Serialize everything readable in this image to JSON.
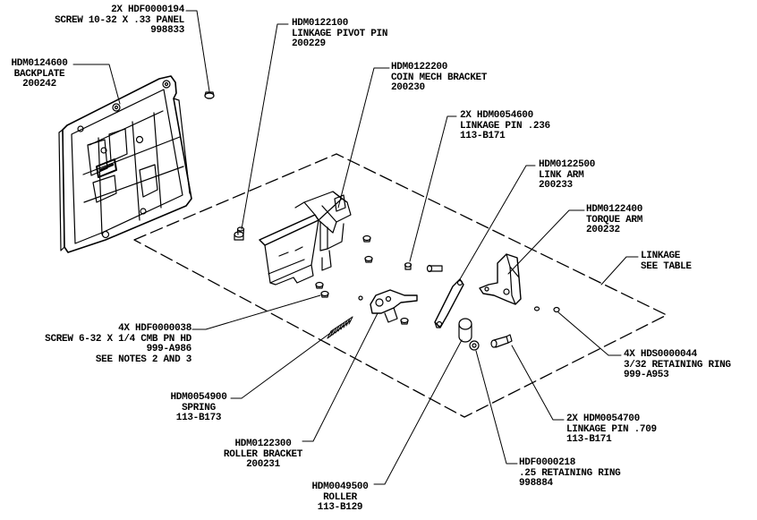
{
  "callouts": {
    "screw_panel": [
      "2X HDF0000194",
      "SCREW 10-32 X .33 PANEL",
      "998833"
    ],
    "backplate": [
      "HDM0124600",
      "BACKPLATE",
      "200242"
    ],
    "pivot_pin": [
      "HDM0122100",
      "LINKAGE PIVOT PIN",
      "200229"
    ],
    "coin_bracket": [
      "HDM0122200",
      "COIN MECH BRACKET",
      "200230"
    ],
    "linkage_pin_236": [
      "2X HDM0054600",
      "LINKAGE PIN .236",
      "113-B171"
    ],
    "link_arm": [
      "HDM0122500",
      "LINK ARM",
      "200233"
    ],
    "torque_arm": [
      "HDM0122400",
      "TORQUE ARM",
      "200232"
    ],
    "linkage": [
      "LINKAGE",
      "SEE TABLE"
    ],
    "screw_632": [
      "4X HDF0000038",
      "SCREW 6-32 X 1/4 CMB PN HD",
      "999-A986",
      "SEE NOTES 2 AND 3"
    ],
    "retaining_332": [
      "4X HDS0000044",
      "3/32 RETAINING RING",
      "999-A953"
    ],
    "spring": [
      "HDM0054900",
      "SPRING",
      "113-B173"
    ],
    "linkage_pin_709": [
      "2X HDM0054700",
      "LINKAGE PIN .709",
      "113-B171"
    ],
    "roller_bracket": [
      "HDM0122300",
      "ROLLER BRACKET",
      "200231"
    ],
    "retaining_25": [
      "HDF0000218",
      ".25 RETAINING RING",
      "998884"
    ],
    "roller": [
      "HDM0049500",
      "ROLLER",
      "113-B129"
    ]
  }
}
